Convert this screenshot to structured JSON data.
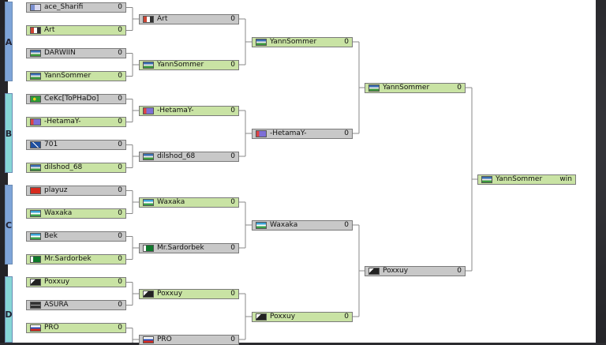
{
  "colors": {
    "winner": "#c9e3a4",
    "loser": "#c8c8c8",
    "group_a": "#7ea4d8",
    "group_b": "#86d6d6",
    "group_c": "#7ea4d8",
    "group_d": "#86d6d6"
  },
  "groups": [
    {
      "letter": "A"
    },
    {
      "letter": "B"
    },
    {
      "letter": "C"
    },
    {
      "letter": "D"
    }
  ],
  "rounds": [
    [
      {
        "name": "ace_Sharifi",
        "score": "0",
        "result": "lose",
        "flag": "flag-icon-a"
      },
      {
        "name": "Art",
        "score": "0",
        "result": "win",
        "flag": "flag-icon-b"
      },
      {
        "name": "DARWIIN",
        "score": "0",
        "result": "lose",
        "flag": "flag-icon-c"
      },
      {
        "name": "YannSommer",
        "score": "0",
        "result": "win",
        "flag": "flag-icon-c"
      },
      {
        "name": "CeKc[ToPHaDo]",
        "score": "0",
        "result": "lose",
        "flag": "flag-icon-d"
      },
      {
        "name": "-HetamaY-",
        "score": "0",
        "result": "win",
        "flag": "flag-icon-e"
      },
      {
        "name": "701",
        "score": "0",
        "result": "lose",
        "flag": "flag-icon-f"
      },
      {
        "name": "dilshod_68",
        "score": "0",
        "result": "win",
        "flag": "flag-icon-c"
      },
      {
        "name": "playuz",
        "score": "0",
        "result": "lose",
        "flag": "flag-icon-g"
      },
      {
        "name": "Waxaka",
        "score": "0",
        "result": "win",
        "flag": "flag-icon-h"
      },
      {
        "name": "Bek",
        "score": "0",
        "result": "lose",
        "flag": "flag-icon-h"
      },
      {
        "name": "Mr.Sardorbek",
        "score": "0",
        "result": "win",
        "flag": "flag-icon-i"
      },
      {
        "name": "Poxxuy",
        "score": "0",
        "result": "win",
        "flag": "flag-icon-j"
      },
      {
        "name": "ASURA",
        "score": "0",
        "result": "lose",
        "flag": "flag-icon-k"
      },
      {
        "name": "PRO",
        "score": "0",
        "result": "win",
        "flag": "flag-icon-l"
      }
    ],
    [
      {
        "name": "Art",
        "score": "0",
        "result": "lose",
        "flag": "flag-icon-b"
      },
      {
        "name": "YannSommer",
        "score": "0",
        "result": "win",
        "flag": "flag-icon-c"
      },
      {
        "name": "-HetamaY-",
        "score": "0",
        "result": "win",
        "flag": "flag-icon-e"
      },
      {
        "name": "dilshod_68",
        "score": "0",
        "result": "lose",
        "flag": "flag-icon-c"
      },
      {
        "name": "Waxaka",
        "score": "0",
        "result": "win",
        "flag": "flag-icon-h"
      },
      {
        "name": "Mr.Sardorbek",
        "score": "0",
        "result": "lose",
        "flag": "flag-icon-i"
      },
      {
        "name": "Poxxuy",
        "score": "0",
        "result": "win",
        "flag": "flag-icon-j"
      },
      {
        "name": "PRO",
        "score": "0",
        "result": "lose",
        "flag": "flag-icon-l"
      }
    ],
    [
      {
        "name": "YannSommer",
        "score": "0",
        "result": "win",
        "flag": "flag-icon-c"
      },
      {
        "name": "-HetamaY-",
        "score": "0",
        "result": "lose",
        "flag": "flag-icon-e"
      },
      {
        "name": "Waxaka",
        "score": "0",
        "result": "lose",
        "flag": "flag-icon-h"
      },
      {
        "name": "Poxxuy",
        "score": "0",
        "result": "win",
        "flag": "flag-icon-j"
      }
    ],
    [
      {
        "name": "YannSommer",
        "score": "0",
        "result": "win",
        "flag": "flag-icon-c"
      },
      {
        "name": "Poxxuy",
        "score": "0",
        "result": "lose",
        "flag": "flag-icon-j"
      }
    ],
    [
      {
        "name": "YannSommer",
        "score": "win",
        "result": "win",
        "flag": "flag-icon-c"
      }
    ]
  ]
}
